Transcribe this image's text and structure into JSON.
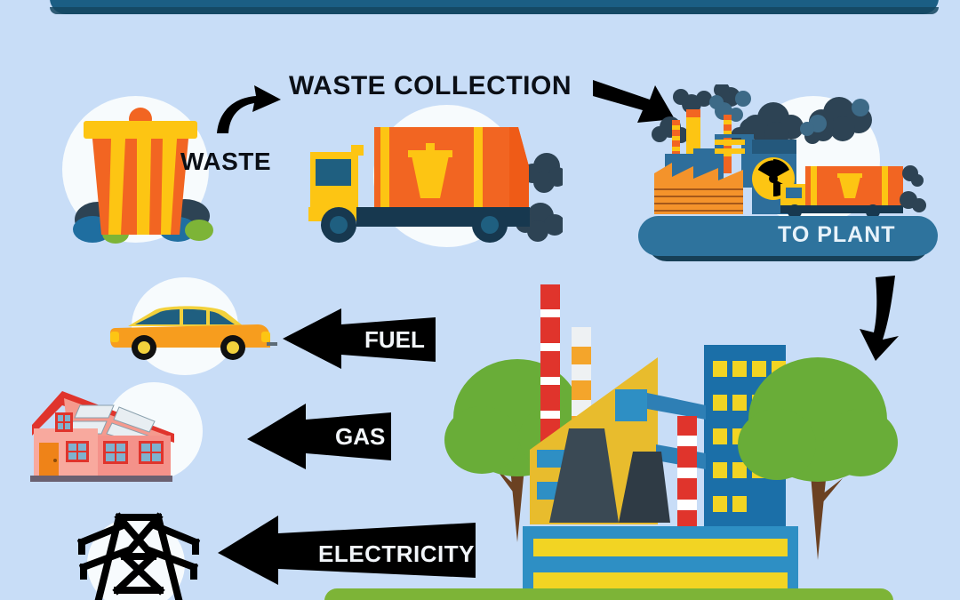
{
  "meta": {
    "title": "Waste to Energy Process Infographic",
    "background_color": "#c8ddf7"
  },
  "header": {
    "bar_color": "#1b5e84",
    "shadow_color": "#14455f"
  },
  "flow": {
    "steps": [
      {
        "id": "waste",
        "label": "WASTE",
        "icon": "trash-bin-icon"
      },
      {
        "id": "waste-collection",
        "label": "WASTE COLLECTION",
        "icon": "garbage-truck-icon"
      },
      {
        "id": "to-plant",
        "label": "TO PLANT",
        "icon": "factory-plant-icon"
      }
    ]
  },
  "banner": {
    "to_plant_label": "TO PLANT",
    "pill_color": "#2e739d",
    "pill_shadow_color": "#173f56",
    "text_color": "#e8f3fb"
  },
  "outputs": [
    {
      "id": "fuel",
      "label": "FUEL",
      "target_icon": "car-icon",
      "arrow": "left-arrow"
    },
    {
      "id": "gas",
      "label": "GAS",
      "target_icon": "house-icon",
      "arrow": "left-arrow"
    },
    {
      "id": "electricity",
      "label": "ELECTRICITY",
      "target_icon": "power-pylon-icon",
      "arrow": "left-arrow"
    }
  ],
  "arrows": {
    "waste_to_collection": "curved-up-right-arrow",
    "collection_to_plant": "down-right-arrow",
    "plant_to_powerplant": "curved-down-arrow"
  },
  "scene": {
    "power_plant": "power-plant-icon",
    "trees": [
      "tree-icon",
      "tree-icon"
    ],
    "grass_bar_color": "#7db437"
  },
  "palette": {
    "background": "#c8ddf7",
    "dark_blue": "#1b5e84",
    "navy": "#17384f",
    "mid_blue": "#2e8fc4",
    "orange": "#f26522",
    "yellow": "#fdc513",
    "green": "#7db437",
    "red": "#e0342c",
    "black": "#000000",
    "white_blob": "#f7fbfd"
  }
}
